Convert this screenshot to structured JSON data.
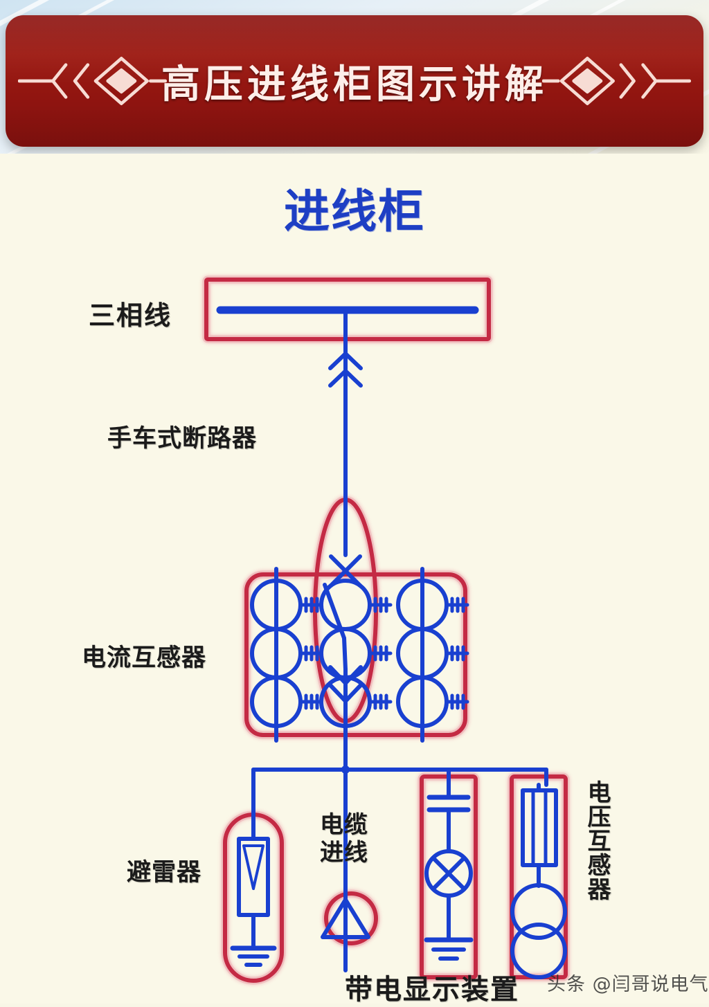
{
  "banner": {
    "title": "高压进线柜图示讲解",
    "ornament_left": "diamond-chevron-ornament",
    "ornament_right": "diamond-chevron-ornament",
    "bg_color": "#8d1411",
    "text_color": "#fdeee9"
  },
  "diagram": {
    "title": "进线柜",
    "title_color": "#1e3fc4",
    "line_color": "#1940d0",
    "highlight_color": "#c42a44",
    "background_color": "#faf8e8",
    "labels": {
      "three_phase": "三相线",
      "breaker": "手车式断路器",
      "current_transformer": "电流互感器",
      "arrester": "避雷器",
      "cable_inlet_line1": "电缆",
      "cable_inlet_line2": "进线",
      "live_display": "带电显示装置",
      "voltage_transformer": "电压互感器"
    },
    "components": [
      {
        "name": "three-phase-busbar",
        "label": "三相线",
        "symbol": "horizontal-bus",
        "highlighted": true
      },
      {
        "name": "handcart-circuit-breaker",
        "label": "手车式断路器",
        "symbol": "withdrawable-breaker-ellipse",
        "highlighted": true
      },
      {
        "name": "current-transformer-array",
        "label": "电流互感器",
        "symbol": "ct-grid-3x3",
        "rows": 3,
        "columns": 3,
        "highlighted": true
      },
      {
        "name": "surge-arrester",
        "label": "避雷器",
        "symbol": "arrester-with-ground",
        "highlighted": true
      },
      {
        "name": "cable-inlet",
        "label": "电缆进线",
        "symbol": "triangle-in-circle",
        "highlighted": true
      },
      {
        "name": "live-display-device",
        "label": "带电显示装置",
        "symbol": "capacitor-lamp-ground",
        "highlighted": true
      },
      {
        "name": "voltage-transformer",
        "label": "电压互感器",
        "symbol": "fuse-double-winding",
        "highlighted": true
      }
    ]
  },
  "watermark": "头条 @闫哥说电气"
}
